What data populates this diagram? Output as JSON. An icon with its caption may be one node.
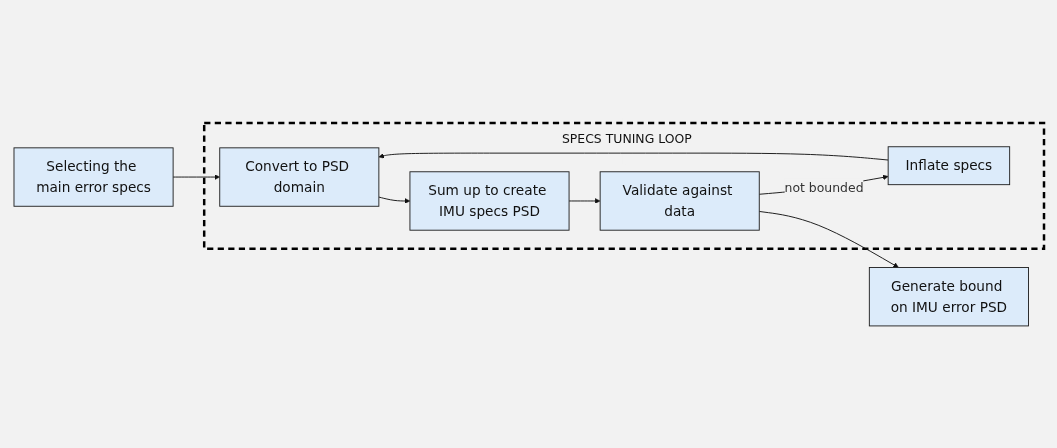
{
  "diagram": {
    "nodes": [
      {
        "text": [
          "Selecting the main error specs"
        ]
      },
      {
        "text": [
          "SPECS TUNING LOOP"
        ]
      },
      {
        "text": [
          "Inflate specs"
        ],
        "in": 1
      },
      {
        "text": [
          "Convert to PSD domain"
        ],
        "in": 1
      },
      {
        "text": [
          "Sum up to create IMU specs PSD"
        ],
        "in": 1
      },
      {
        "text": [
          "Validate against data"
        ],
        "in": 1
      },
      {
        "text": [
          "Generate bound on IMU error PSD"
        ]
      }
    ],
    "edges": [
      {
        "from": 0,
        "to": 3,
        "arrow": "to"
      },
      {
        "from": 3,
        "to": 4,
        "arrow": "to"
      },
      {
        "from": 4,
        "to": 5,
        "arrow": "to"
      },
      {
        "from": 5,
        "to": 2,
        "arrow": "to",
        "label": "not bounded"
      },
      {
        "from": 2,
        "to": 3,
        "arrow": "to"
      },
      {
        "from": 5,
        "to": 6,
        "arrow": "to"
      }
    ]
  }
}
